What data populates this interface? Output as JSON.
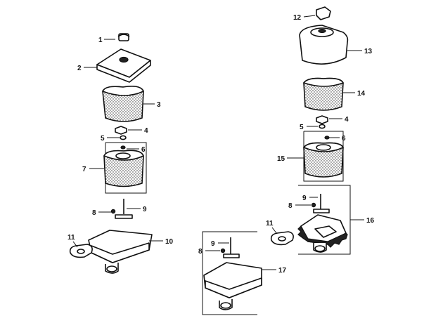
{
  "callouts": {
    "c1": "1",
    "c2": "2",
    "c3": "3",
    "c4": "4",
    "c5": "5",
    "c6": "6",
    "c7": "7",
    "c8": "8",
    "c9": "9",
    "c10": "10",
    "c11": "11",
    "c12": "12",
    "c13": "13",
    "c14": "14",
    "c4b": "4",
    "c5b": "5",
    "c6b": "6",
    "c15": "15",
    "c9b": "9",
    "c8b": "8",
    "c16": "16",
    "c11b": "11",
    "c9c": "9",
    "c8c": "8",
    "c17": "17"
  },
  "colors": {
    "ink": "#111111",
    "paper": "#ffffff"
  }
}
